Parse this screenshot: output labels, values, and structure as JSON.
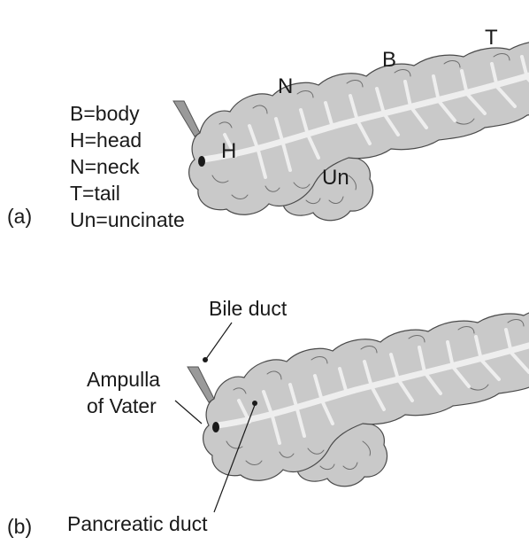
{
  "panel_a": {
    "panel_label": "(a)",
    "region_labels": {
      "head": "H",
      "neck": "N",
      "body": "B",
      "tail": "T",
      "uncinate": "Un"
    },
    "legend": [
      "B=body",
      "H=head",
      "N=neck",
      "T=tail",
      "Un=uncinate"
    ]
  },
  "panel_b": {
    "panel_label": "(b)",
    "callouts": {
      "bile_duct": "Bile duct",
      "ampulla_line1": "Ampulla",
      "ampulla_line2": "of Vater",
      "pancreatic_duct": "Pancreatic duct"
    }
  },
  "colors": {
    "organ": "#c9c9c9",
    "outline": "#4a4a4a",
    "duct": "#eeeeee",
    "text": "#1a1a1a"
  }
}
